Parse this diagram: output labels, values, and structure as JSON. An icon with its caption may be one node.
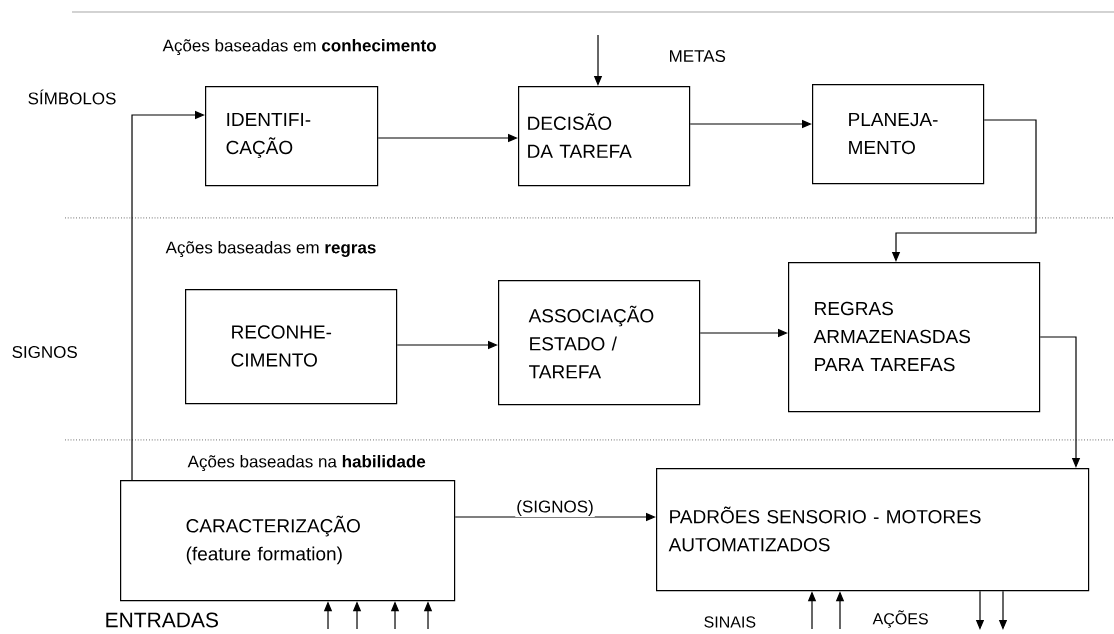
{
  "diagram": {
    "nodes": [
      {
        "text": [
          "IDENTIFI- CAÇÃO"
        ]
      },
      {
        "text": [
          "DECISÃO DA TAREFA"
        ]
      },
      {
        "text": [
          "PLANEJA- MENTO"
        ]
      },
      {
        "text": [
          "RECONHE- CIMENTO"
        ]
      },
      {
        "text": [
          "ASSOCIAÇÃO ESTADO / TAREFA"
        ]
      },
      {
        "text": [
          "REGRAS ARMAZENASDAS PARA TAREFAS"
        ]
      },
      {
        "text": [
          "CARACTERIZAÇÃO",
          "(feature formation)"
        ]
      },
      {
        "text": [
          "PADRÕES SENSORIO - MOTORES AUTOMATIZADOS"
        ]
      }
    ],
    "edges": [
      {
        "from": 6,
        "to": 0,
        "arrow": "to"
      },
      {
        "from": 0,
        "to": 1,
        "arrow": "to"
      },
      {
        "from": null,
        "to": 1,
        "arrow": "to",
        "label": "METAS"
      },
      {
        "from": 1,
        "to": 2,
        "arrow": "to"
      },
      {
        "from": 2,
        "to": 5,
        "arrow": "to"
      },
      {
        "from": 3,
        "to": 4,
        "arrow": "to"
      },
      {
        "from": 4,
        "to": 5,
        "arrow": "to"
      },
      {
        "from": 5,
        "to": 7,
        "arrow": "to"
      },
      {
        "from": 6,
        "to": 7,
        "arrow": "to",
        "label": "(SIGNOS)"
      },
      {
        "from": null,
        "to": 6,
        "arrow": "to"
      },
      {
        "from": null,
        "to": 6,
        "arrow": "to"
      },
      {
        "from": null,
        "to": 6,
        "arrow": "to"
      },
      {
        "from": null,
        "to": 6,
        "arrow": "to"
      },
      {
        "from": null,
        "to": 7,
        "arrow": "to"
      },
      {
        "from": null,
        "to": 7,
        "arrow": "to"
      },
      {
        "from": 7,
        "to": null,
        "arrow": "to"
      },
      {
        "from": 7,
        "to": null,
        "arrow": "to"
      }
    ],
    "labels": [
      "Ações baseadas em **conhecimento**",
      "SÍMBOLOS",
      "Ações baseadas em **regras**",
      "SIGNOS",
      "Ações baseadas na **habilidade**",
      "ENTRADAS",
      "SINAIS",
      "AÇÕES"
    ]
  }
}
